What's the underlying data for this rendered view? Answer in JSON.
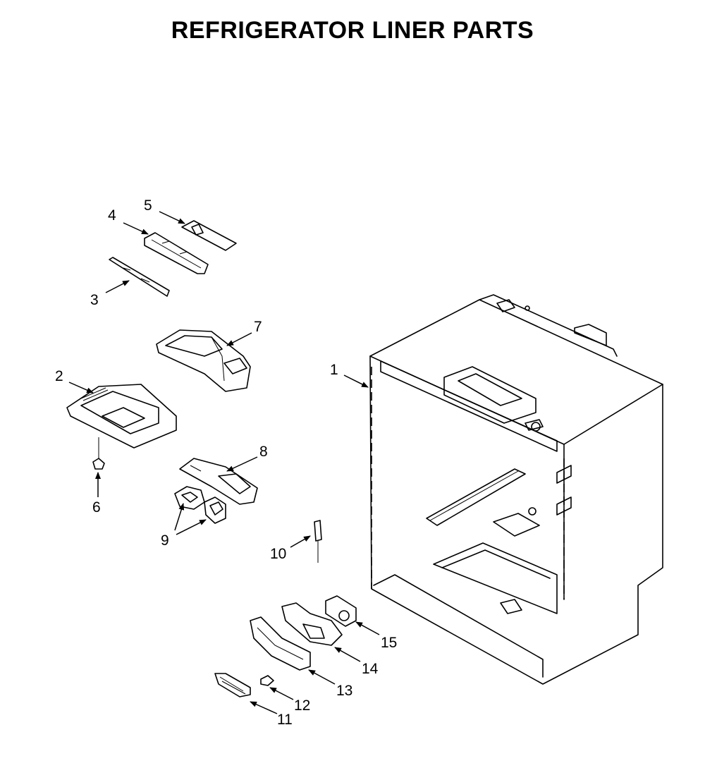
{
  "title": "REFRIGERATOR LINER PARTS",
  "callouts": [
    "1",
    "2",
    "3",
    "4",
    "5",
    "6",
    "7",
    "8",
    "9",
    "10",
    "11",
    "12",
    "13",
    "14",
    "15"
  ]
}
